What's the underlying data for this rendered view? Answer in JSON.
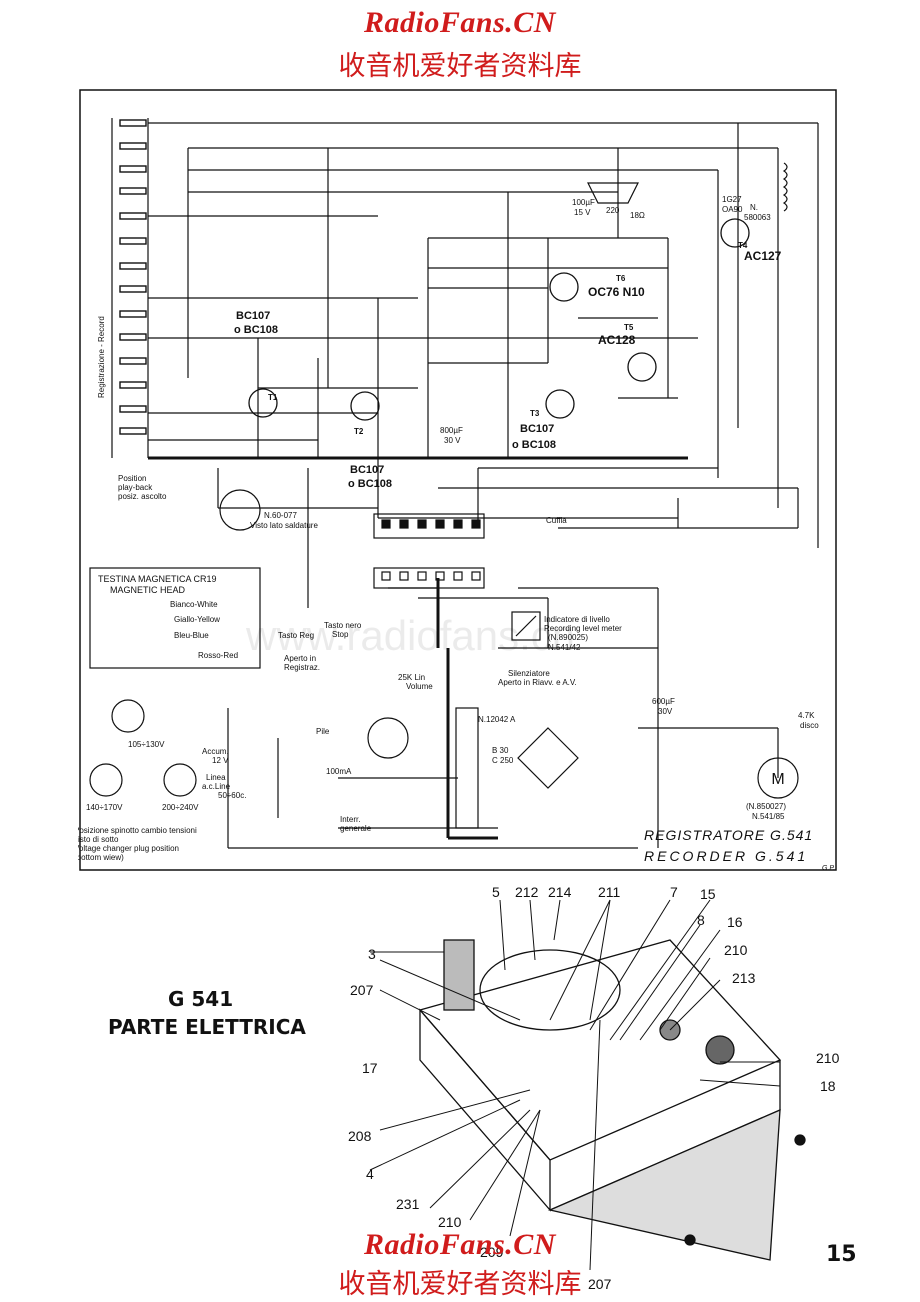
{
  "watermark": {
    "site": "RadioFans.CN",
    "site_cn": "收音机爱好者资料库",
    "diagonal": "www.radiofans.cn"
  },
  "schematic": {
    "title_it": "REGISTRATORE G.541",
    "title_en": "RECORDER G.541",
    "initials": "G.P.",
    "transistors": {
      "t1": "T1",
      "t2": "T2",
      "t3": "T3",
      "t4": "T4",
      "t4_type": "AC127",
      "t5": "T5",
      "t5_type": "AC128",
      "t6": "T6",
      "t6_type": "OC76 N10",
      "bc107": "BC107",
      "bc108": "o BC108"
    },
    "labels": {
      "switch_side": "Registrazione  -  Record",
      "position": "Position",
      "playback": "play-back",
      "ascolto": "posiz. ascolto",
      "socket": "N.60-077",
      "socket2": "Visto lato saldature",
      "cuffia": "Cuffia",
      "head_it": "TESTINA MAGNETICA CR19",
      "head_en": "MAGNETIC HEAD",
      "white": "Bianco-White",
      "yellow": "Giallo-Yellow",
      "blue": "Bleu-Blue",
      "red": "Rosso-Red",
      "tasto_reg": "Tasto Reg",
      "tasto_nero": "Tasto nero",
      "stop": "Stop",
      "aperto": "Aperto in",
      "registraz": "Registraz.",
      "volume_pot": "25K Lin",
      "volume": "Volume",
      "meter_it": "Indicatore di livello",
      "meter_en": "Recording level meter",
      "meter_n": "(N.890025)",
      "meter_n2": "N.541/42",
      "silenz": "Silenziatore",
      "silenz2": "Aperto in Riavv. e A.V.",
      "pile": "Pile",
      "accum": "Accum.",
      "v12": "12 V",
      "linea": "Linea",
      "acline": "a.c.Line",
      "freq": "50÷60c.",
      "fuse": "100mA",
      "interr": "Interr.",
      "generale": "generale",
      "transformer": "N.12042 A",
      "bridge": "B 30",
      "bridge2": "C 250",
      "cap_main": "600µF",
      "cap_main_v": "30V",
      "motor": "M",
      "motor_n": "(N.850027)",
      "motor_n2": "N.541/85",
      "motor_res": "4.7K",
      "motor_res2": "disco",
      "v1": "105÷130V",
      "v2": "140÷170V",
      "v3": "200÷240V",
      "note1": "Posizione spinotto cambio tensioni",
      "note2": "visto di sotto",
      "note3": "Voltage changer plug position",
      "note4": "(bottom wiew)",
      "diode1": "1G27",
      "diode1b": "OA90",
      "out_t": "N.",
      "out_t2": "580063",
      "speaker_r": "220",
      "speaker_ohm": "18Ω",
      "cap_100": "100µF",
      "cap_100v": "15 V",
      "cap_800": "800µF",
      "cap_800v": "30 V"
    }
  },
  "figure": {
    "model": "G 541",
    "subtitle": "PARTE  ELETTRICA",
    "callouts": [
      "5",
      "212",
      "214",
      "211",
      "7",
      "15",
      "8",
      "16",
      "210",
      "213",
      "3",
      "207",
      "17",
      "210",
      "18",
      "208",
      "4",
      "231",
      "210",
      "209",
      "207"
    ]
  },
  "page_number": "15"
}
